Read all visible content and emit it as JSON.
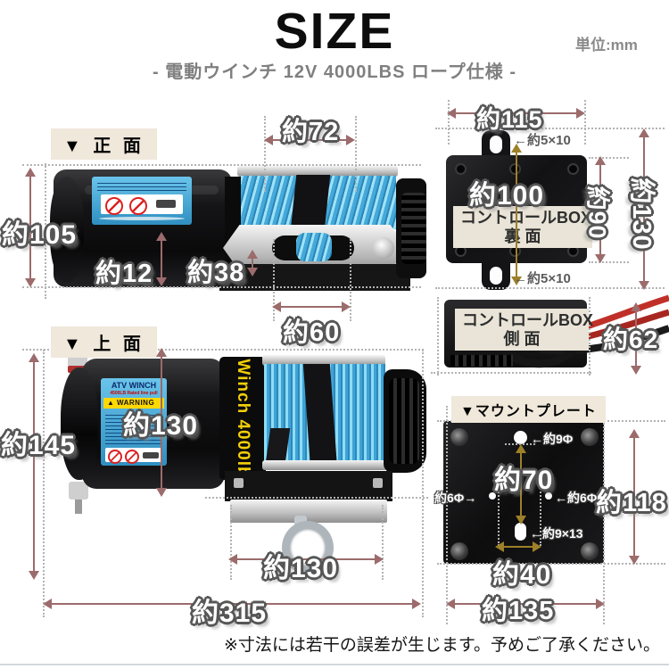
{
  "header": {
    "title": "SIZE",
    "unit": "単位:mm",
    "subtitle": "- 電動ウインチ 12V 4000LBS ロープ仕様 -"
  },
  "labels": {
    "front_view": "▼ 正 面",
    "top_view": "▼ 上 面",
    "mount_plate": "▼マウントプレート",
    "cb_back_line1": "コントロールBOX",
    "cb_back_line2": "裏 面",
    "cb_side_line1": "コントロールBOX",
    "cb_side_line2": "側 面"
  },
  "dims": {
    "front_height": "約105",
    "front_drum_width": "約72",
    "front_gap": "約12",
    "front_fairlead_h": "約38",
    "front_fairlead_w": "約60",
    "top_height": "約145",
    "top_motor_len": "約130",
    "top_base_w": "約130",
    "top_total_len": "約315",
    "cb_width": "約115",
    "cb_hole_pitch": "約100",
    "cb_body_h": "約90",
    "cb_total_h": "約130",
    "cb_slot_top": "←約5×10",
    "cb_slot_bottom": "←約5×10",
    "cb_side_h": "約62",
    "mp_pitch_v": "約70",
    "mp_pitch_h": "約40",
    "mp_height": "約118",
    "mp_width": "約135",
    "mp_hole_top": "←約9Φ",
    "mp_hole_left": "約6Φ→",
    "mp_hole_right": "←約6Φ",
    "mp_slot": "←約9×13"
  },
  "product": {
    "sticker_title": "ATV WINCH",
    "sticker_sub": "4500LB Rated line pull",
    "sticker_warning": "WARNING",
    "drum_band": "Winch 4000lb"
  },
  "footer": {
    "note": "※寸法には若干の誤差が生じます。予めご了承ください。"
  },
  "colors": {
    "arrow_red": "#9c6b6b",
    "arrow_gold": "#9d8028",
    "label_bg": "#efe8db",
    "cb_label_bg": "#e9e4d7",
    "rope_blue": "#45a9d9",
    "warning_yellow": "#ffd800",
    "band_yellow": "#f2cf08"
  }
}
